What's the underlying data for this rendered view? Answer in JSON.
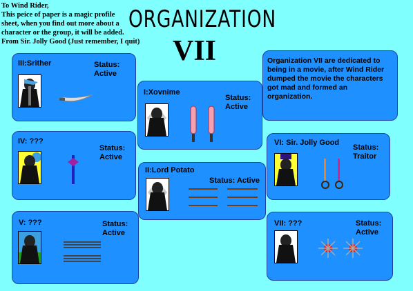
{
  "note": {
    "lines": [
      "To Wind Rider,",
      "This peice of paper is a magic profile",
      "sheet, when you find out more about a",
      "character or the group, it will be added.",
      "From Sir. Jolly Good (Just remember, I quit)"
    ]
  },
  "title": {
    "line1": "ORGANIZATION",
    "line2": "VII"
  },
  "description": "Organization VII are dedicated to being in a movie, after Wind Rider dumped the movie the characters got mad and formed an organization.",
  "members": [
    {
      "name": "III:Srither",
      "status_label": "Status:",
      "status": "Active",
      "weapon_icon": "scimitar-icon"
    },
    {
      "name": "I:Xovnime",
      "status_label": "Status:",
      "status": "Active",
      "weapon_icon": "twin-sabers-icon"
    },
    {
      "name": "IV: ???",
      "status_label": "Status:",
      "status": "Active",
      "weapon_icon": "axe-icon"
    },
    {
      "name": "II:Lord Potato",
      "status_label": "Status:",
      "status": "Active",
      "weapon_icon": "spears-icon"
    },
    {
      "name": "V: ???",
      "status_label": "Status:",
      "status": "Active",
      "weapon_icon": "claws-icon"
    },
    {
      "name": "VI: Sir. Jolly Good",
      "status_label": "Status:",
      "status": "Traitor",
      "weapon_icon": "keyblades-icon"
    },
    {
      "name": "VII: ???",
      "status_label": "Status:",
      "status": "Active",
      "weapon_icon": "spiked-orbs-icon"
    }
  ],
  "colors": {
    "background": "#80FFFF",
    "card": "#1E90FF",
    "card_border": "#2040A0"
  }
}
